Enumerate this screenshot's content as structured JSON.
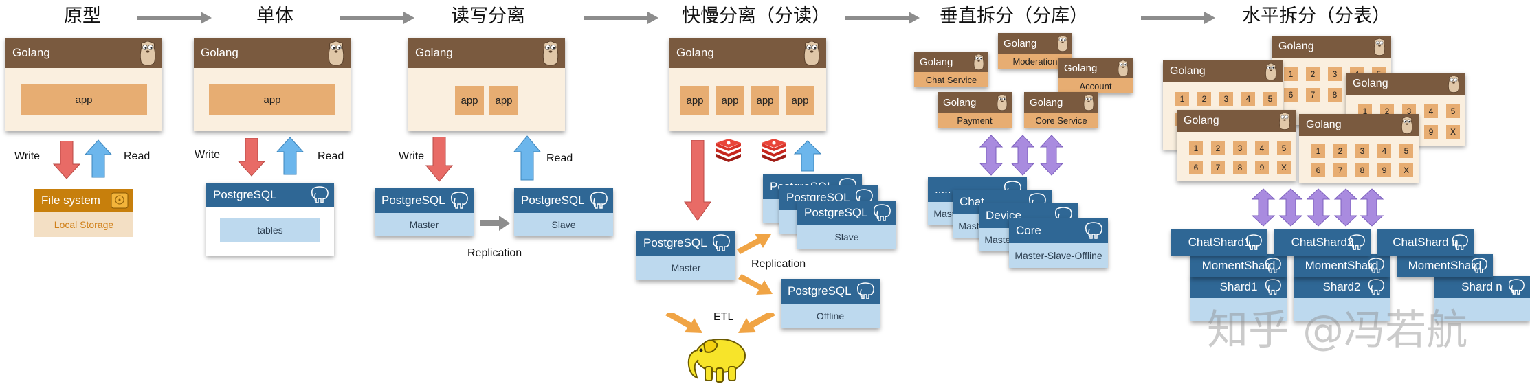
{
  "stages": {
    "s1": {
      "title": "原型"
    },
    "s2": {
      "title": "单体"
    },
    "s3": {
      "title": "读写分离"
    },
    "s4": {
      "title": "快慢分离（分读）"
    },
    "s5": {
      "title": "垂直拆分（分库）"
    },
    "s6": {
      "title": "水平拆分（分表）"
    }
  },
  "common": {
    "golang": "Golang",
    "app": "app",
    "write": "Write",
    "read": "Read",
    "postgresql": "PostgreSQL",
    "replication": "Replication"
  },
  "s1": {
    "fs_title": "File system",
    "fs_sub": "Local Storage"
  },
  "s2": {
    "tables": "tables"
  },
  "s3": {
    "master": "Master",
    "slave": "Slave"
  },
  "s4": {
    "master": "Master",
    "slave": "Slave",
    "offline": "Offline",
    "etl": "ETL"
  },
  "s5": {
    "services": [
      "Chat Service",
      "Moderation",
      "Account",
      "Payment",
      "Core Service"
    ],
    "db_labels": [
      ".....",
      "Chat",
      "Device",
      "Core"
    ],
    "db_sub": "Master-Slave-Offline"
  },
  "s6": {
    "grid_cells": [
      "1",
      "2",
      "3",
      "4",
      "5",
      "6",
      "7",
      "8",
      "9",
      "X"
    ],
    "shards_row1": [
      "ChatShard1",
      "ChatShard2",
      "ChatShard n"
    ],
    "shards_row2": [
      "MomentShard",
      "MomentShard",
      "MomentShard"
    ],
    "shards_row3": [
      "Shard1",
      "Shard2",
      "Shard n"
    ]
  },
  "watermark": "知乎 @冯若航",
  "colors": {
    "golang_brown": "#7a5a3f",
    "app_orange": "#e7ad72",
    "pg_blue": "#2f6795",
    "pg_light": "#bdd9ee",
    "write_red": "#e86b66",
    "read_blue": "#6cb6ec",
    "replicate_orange": "#f0a445",
    "purple": "#a98bdf"
  }
}
